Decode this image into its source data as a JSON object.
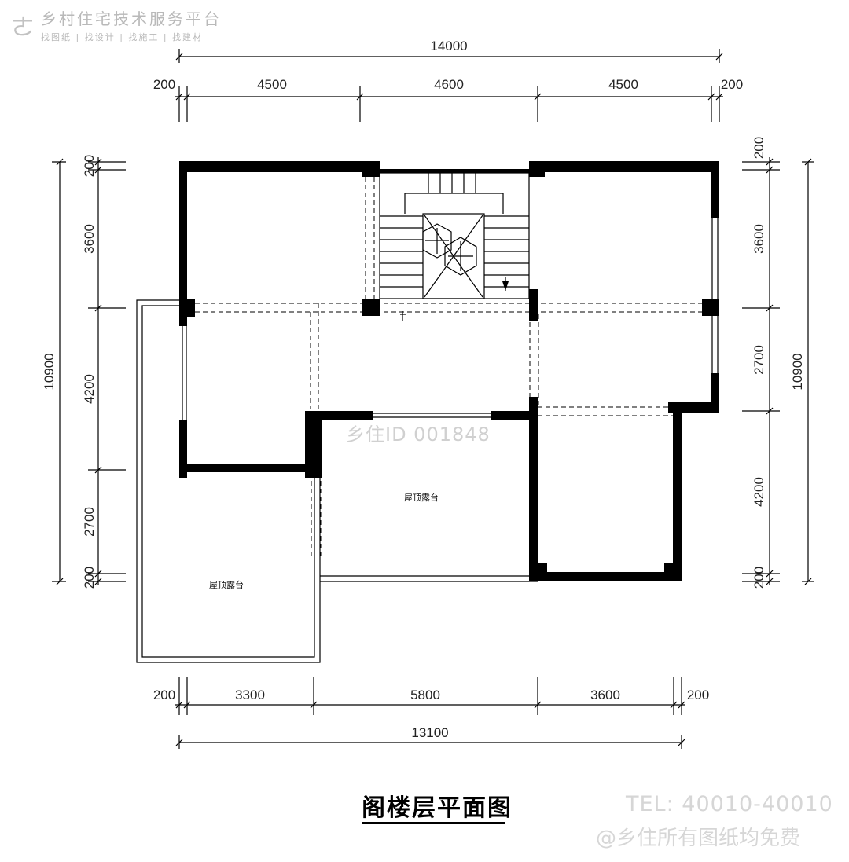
{
  "watermark": {
    "platform_name": "乡村住宅技术服务平台",
    "platform_slogan": "找图纸 | 找设计 | 找施工 | 找建材",
    "drawing_id": "乡住ID 001848",
    "tel": "TEL: 40010-40010",
    "free_notice": "@乡住所有图纸均免费"
  },
  "plan": {
    "title": "阁楼层平面图",
    "rooms": {
      "terrace_left": "屋顶露台",
      "terrace_center": "屋顶露台"
    }
  },
  "dimensions": {
    "top_total": "14000",
    "top_segments": [
      "200",
      "4500",
      "4600",
      "4500",
      "200"
    ],
    "bottom_segments": [
      "200",
      "3300",
      "5800",
      "3600",
      "200"
    ],
    "bottom_total": "13100",
    "left_total": "10900",
    "left_segments": [
      "200",
      "3600",
      "4200",
      "2700",
      "200"
    ],
    "right_total": "10900",
    "right_segments": [
      "200",
      "3600",
      "2700",
      "4200",
      "200"
    ]
  }
}
